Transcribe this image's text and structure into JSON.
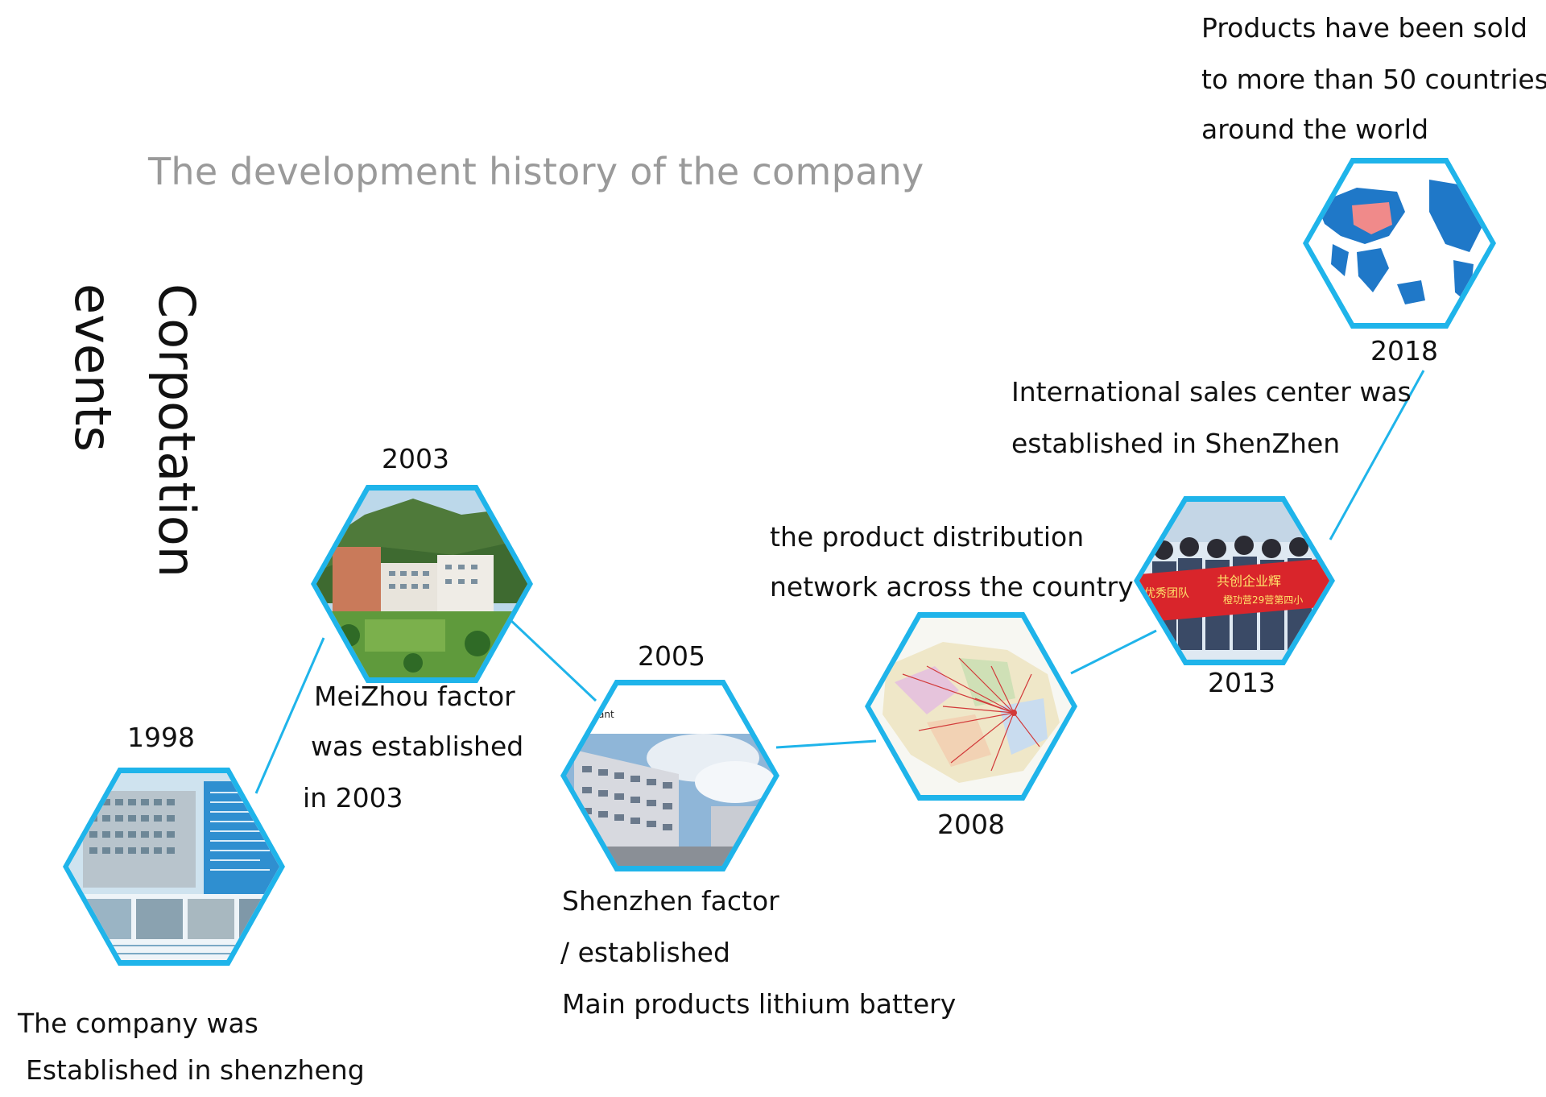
{
  "title": "The development history of the company",
  "side_heading": {
    "line1": "Corpotation",
    "line2": "events"
  },
  "accent_color": "#1fb4ea",
  "milestones": [
    {
      "year": "1998",
      "lines": [
        "The company was",
        "Established in shenzheng"
      ],
      "image": "office-building-brochure-photo"
    },
    {
      "year": "2003",
      "lines": [
        "MeiZhou factor",
        "was established",
        "in 2003"
      ],
      "image": "mountain-factory-campus-photo"
    },
    {
      "year": "2005",
      "lines": [
        "Shenzhen factor",
        "/ established",
        "Main products lithium battery"
      ],
      "image": "factory-building-sky-photo",
      "image_caption": "ant"
    },
    {
      "year": "2008",
      "lines": [
        "the product distribution",
        "network across the country"
      ],
      "image": "china-distribution-map"
    },
    {
      "year": "2013",
      "lines": [
        "International sales center was",
        "established in ShenZhen"
      ],
      "image": "team-banner-photo",
      "banner_text": [
        "优秀团队",
        "共创企业辉",
        "橙功营29营第四小"
      ]
    },
    {
      "year": "2018",
      "lines": [
        "Products have been sold",
        " to more than 50 countries",
        "around the world"
      ],
      "image": "world-map"
    }
  ]
}
